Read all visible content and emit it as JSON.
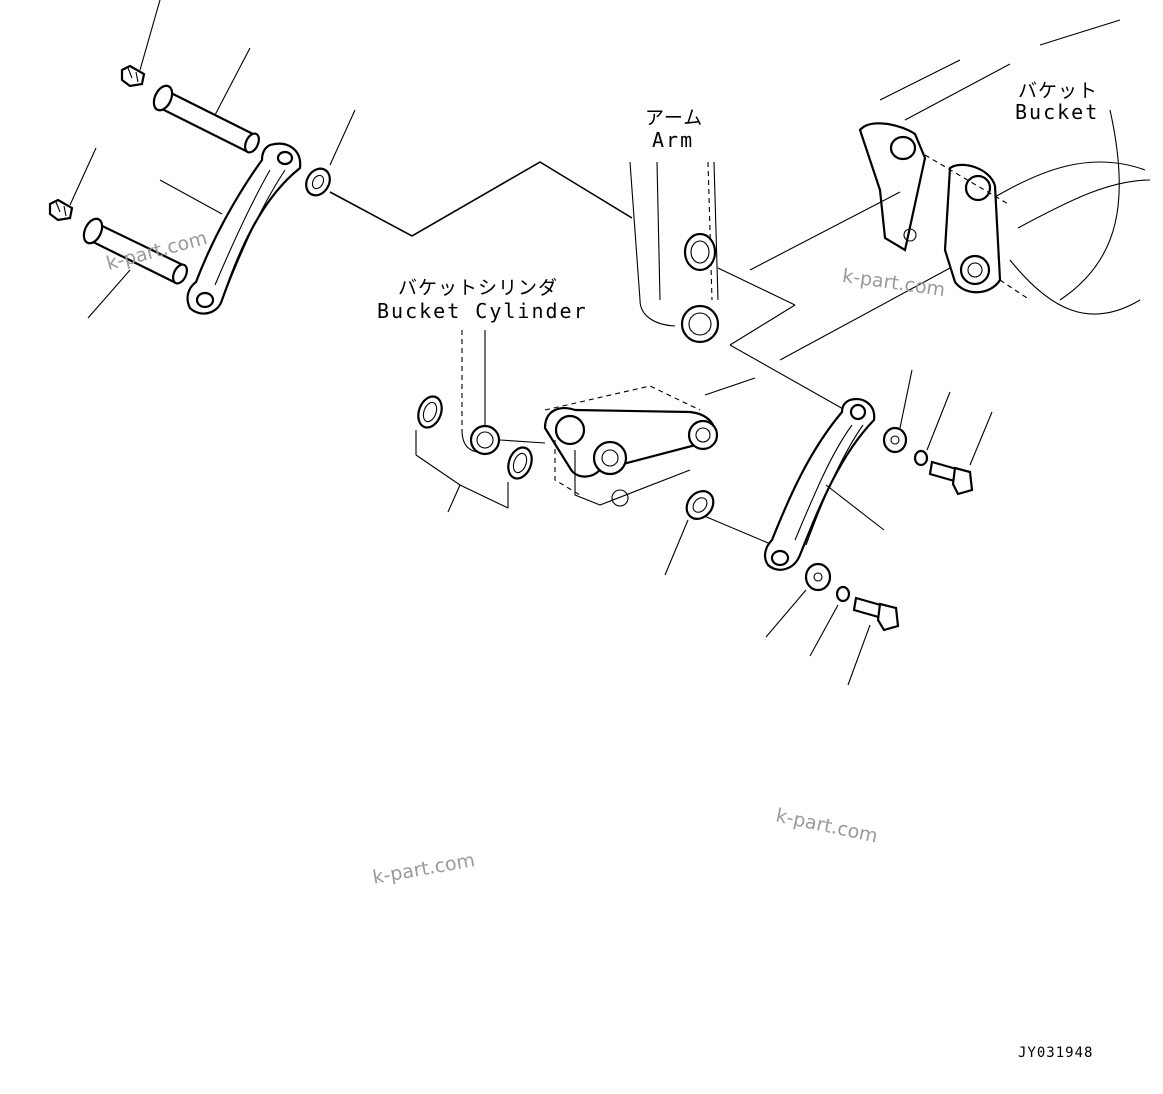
{
  "labels": {
    "arm_ja": "アーム",
    "arm_en": "Arm",
    "bucket_ja": "バケット",
    "bucket_en": "Bucket",
    "cylinder_ja": "バケットシリンダ",
    "cylinder_en": "Bucket Cylinder"
  },
  "watermark": "k-part.com",
  "drawing_number": "JY031948"
}
